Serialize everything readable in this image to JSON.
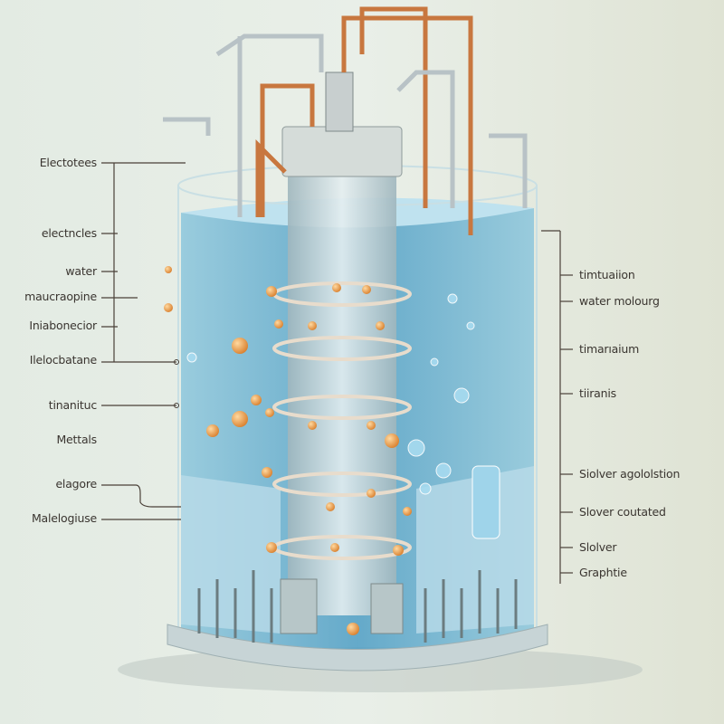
{
  "left_labels": [
    "Electotees",
    "electncles",
    "water",
    "maucraopine",
    "Iniabonecior",
    "Ilelocbatane",
    "tinanituc",
    "Mettals",
    "elagore",
    "Malelogiuse"
  ],
  "right_labels": [
    "timtuaiion",
    "water molourg",
    "timarıaium",
    "tiiranis",
    "Siolver agololstion",
    "Slover coutated",
    "Slolver",
    "Graphtie"
  ],
  "colors": {
    "water": "#6fb4d4",
    "copper": "#c8773f",
    "steel": "#b8c2c6",
    "leader": "#4a4038"
  }
}
